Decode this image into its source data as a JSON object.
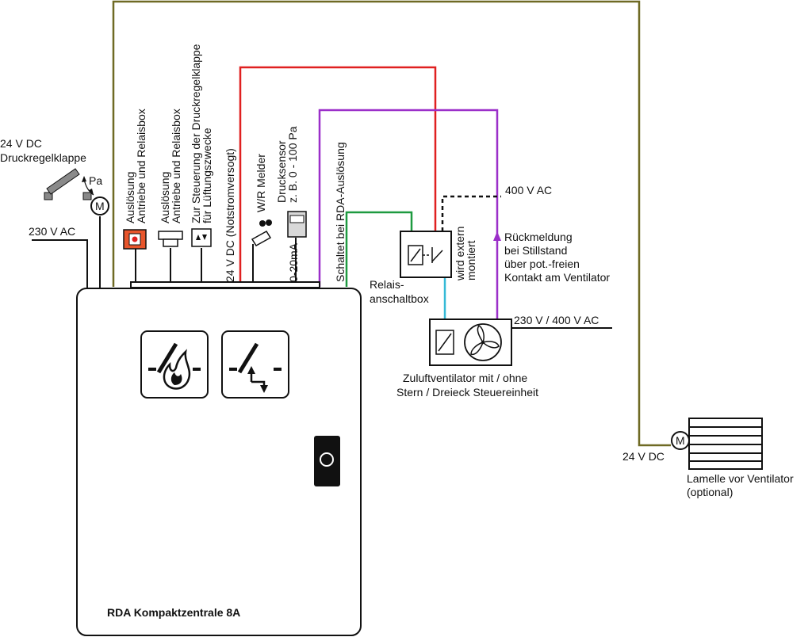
{
  "colors": {
    "wire_olive": "#6f6a24",
    "wire_red": "#e02020",
    "wire_purple": "#9b2fc9",
    "wire_green": "#1e9a40",
    "wire_cyan": "#35b9d6",
    "black": "#111111",
    "alarm_orange": "#e8552b"
  },
  "damper": {
    "title_line1": "24 V DC",
    "title_line2": "Druckregelklappe",
    "pa_label": "Pa",
    "motor_label": "M"
  },
  "supply_230": "230 V AC",
  "inputs": [
    {
      "line1": "Auslösung",
      "line2": "Antriebe und Relaisbox"
    },
    {
      "line1": "Auslösung",
      "line2": "Antriebe und Relaisbox"
    },
    {
      "line1": "Zur Steuerung der Druckregelklappe",
      "line2": "für Lüftungszwecke"
    },
    {
      "line1": "24 V DC (Notstromversogt)"
    },
    {
      "line1": "W/R Melder"
    },
    {
      "line1": "Drucksensor",
      "line2": "z. B. 0 - 100 Pa"
    },
    {
      "line1": "0-20mA"
    },
    {
      "line1": "Schaltet bei RDA-Auslösung"
    }
  ],
  "relay": {
    "label_line1": "Relais-",
    "label_line2": "anschaltbox",
    "ext_line1": "wird extern",
    "ext_line2": "montiert",
    "ac400": "400 V AC"
  },
  "feedback": {
    "line1": "Rückmeldung",
    "line2": "bei Stillstand",
    "line3": "über pot.-freien",
    "line4": "Kontakt am Ventilator"
  },
  "fan": {
    "supply": "230 V / 400 V AC",
    "label_line1": "Zuluftventilator mit / ohne",
    "label_line2": "Stern / Dreieck Steuereinheit"
  },
  "louvre": {
    "supply": "24 V DC",
    "motor_label": "M",
    "label_line1": "Lamelle vor Ventilator",
    "label_line2": "(optional)"
  },
  "cabinet": {
    "title": "RDA Kompaktzentrale 8A"
  }
}
